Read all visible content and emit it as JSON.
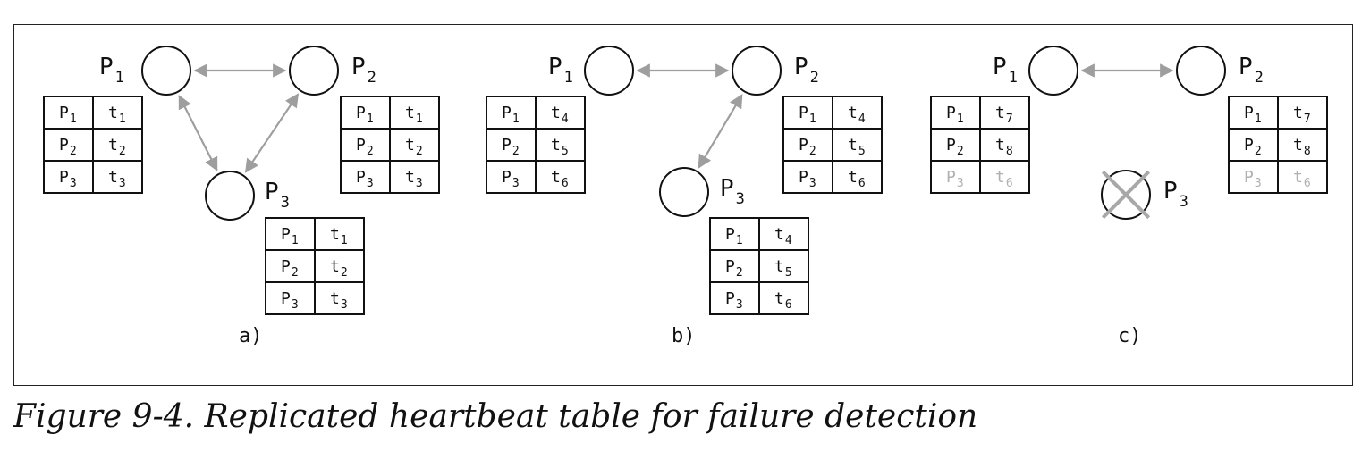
{
  "panels": [
    {
      "label": "a)",
      "nodes": [
        {
          "name": "P",
          "sub": "1",
          "failed": false
        },
        {
          "name": "P",
          "sub": "2",
          "failed": false
        },
        {
          "name": "P",
          "sub": "3",
          "failed": false
        }
      ],
      "tables": [
        {
          "rows": [
            {
              "p": "P",
              "ps": "1",
              "t": "t",
              "ts": "1",
              "stale": false
            },
            {
              "p": "P",
              "ps": "2",
              "t": "t",
              "ts": "2",
              "stale": false
            },
            {
              "p": "P",
              "ps": "3",
              "t": "t",
              "ts": "3",
              "stale": false
            }
          ]
        },
        {
          "rows": [
            {
              "p": "P",
              "ps": "1",
              "t": "t",
              "ts": "1",
              "stale": false
            },
            {
              "p": "P",
              "ps": "2",
              "t": "t",
              "ts": "2",
              "stale": false
            },
            {
              "p": "P",
              "ps": "3",
              "t": "t",
              "ts": "3",
              "stale": false
            }
          ]
        },
        {
          "rows": [
            {
              "p": "P",
              "ps": "1",
              "t": "t",
              "ts": "1",
              "stale": false
            },
            {
              "p": "P",
              "ps": "2",
              "t": "t",
              "ts": "2",
              "stale": false
            },
            {
              "p": "P",
              "ps": "3",
              "t": "t",
              "ts": "3",
              "stale": false
            }
          ]
        }
      ]
    },
    {
      "label": "b)",
      "nodes": [
        {
          "name": "P",
          "sub": "1",
          "failed": false
        },
        {
          "name": "P",
          "sub": "2",
          "failed": false
        },
        {
          "name": "P",
          "sub": "3",
          "failed": false
        }
      ],
      "tables": [
        {
          "rows": [
            {
              "p": "P",
              "ps": "1",
              "t": "t",
              "ts": "4",
              "stale": false
            },
            {
              "p": "P",
              "ps": "2",
              "t": "t",
              "ts": "5",
              "stale": false
            },
            {
              "p": "P",
              "ps": "3",
              "t": "t",
              "ts": "6",
              "stale": false
            }
          ]
        },
        {
          "rows": [
            {
              "p": "P",
              "ps": "1",
              "t": "t",
              "ts": "4",
              "stale": false
            },
            {
              "p": "P",
              "ps": "2",
              "t": "t",
              "ts": "5",
              "stale": false
            },
            {
              "p": "P",
              "ps": "3",
              "t": "t",
              "ts": "6",
              "stale": false
            }
          ]
        },
        {
          "rows": [
            {
              "p": "P",
              "ps": "1",
              "t": "t",
              "ts": "4",
              "stale": false
            },
            {
              "p": "P",
              "ps": "2",
              "t": "t",
              "ts": "5",
              "stale": false
            },
            {
              "p": "P",
              "ps": "3",
              "t": "t",
              "ts": "6",
              "stale": false
            }
          ]
        }
      ]
    },
    {
      "label": "c)",
      "nodes": [
        {
          "name": "P",
          "sub": "1",
          "failed": false
        },
        {
          "name": "P",
          "sub": "2",
          "failed": false
        },
        {
          "name": "P",
          "sub": "3",
          "failed": true
        }
      ],
      "tables": [
        {
          "rows": [
            {
              "p": "P",
              "ps": "1",
              "t": "t",
              "ts": "7",
              "stale": false
            },
            {
              "p": "P",
              "ps": "2",
              "t": "t",
              "ts": "8",
              "stale": false
            },
            {
              "p": "P",
              "ps": "3",
              "t": "t",
              "ts": "6",
              "stale": true
            }
          ]
        },
        {
          "rows": [
            {
              "p": "P",
              "ps": "1",
              "t": "t",
              "ts": "7",
              "stale": false
            },
            {
              "p": "P",
              "ps": "2",
              "t": "t",
              "ts": "8",
              "stale": false
            },
            {
              "p": "P",
              "ps": "3",
              "t": "t",
              "ts": "6",
              "stale": true
            }
          ]
        }
      ]
    }
  ],
  "caption": "Figure 9-4. Replicated heartbeat table for failure detection",
  "colors": {
    "ink": "#111111",
    "link": "#9e9e9e",
    "stale": "#b0b0b0",
    "failed": "#a8a8a8"
  }
}
